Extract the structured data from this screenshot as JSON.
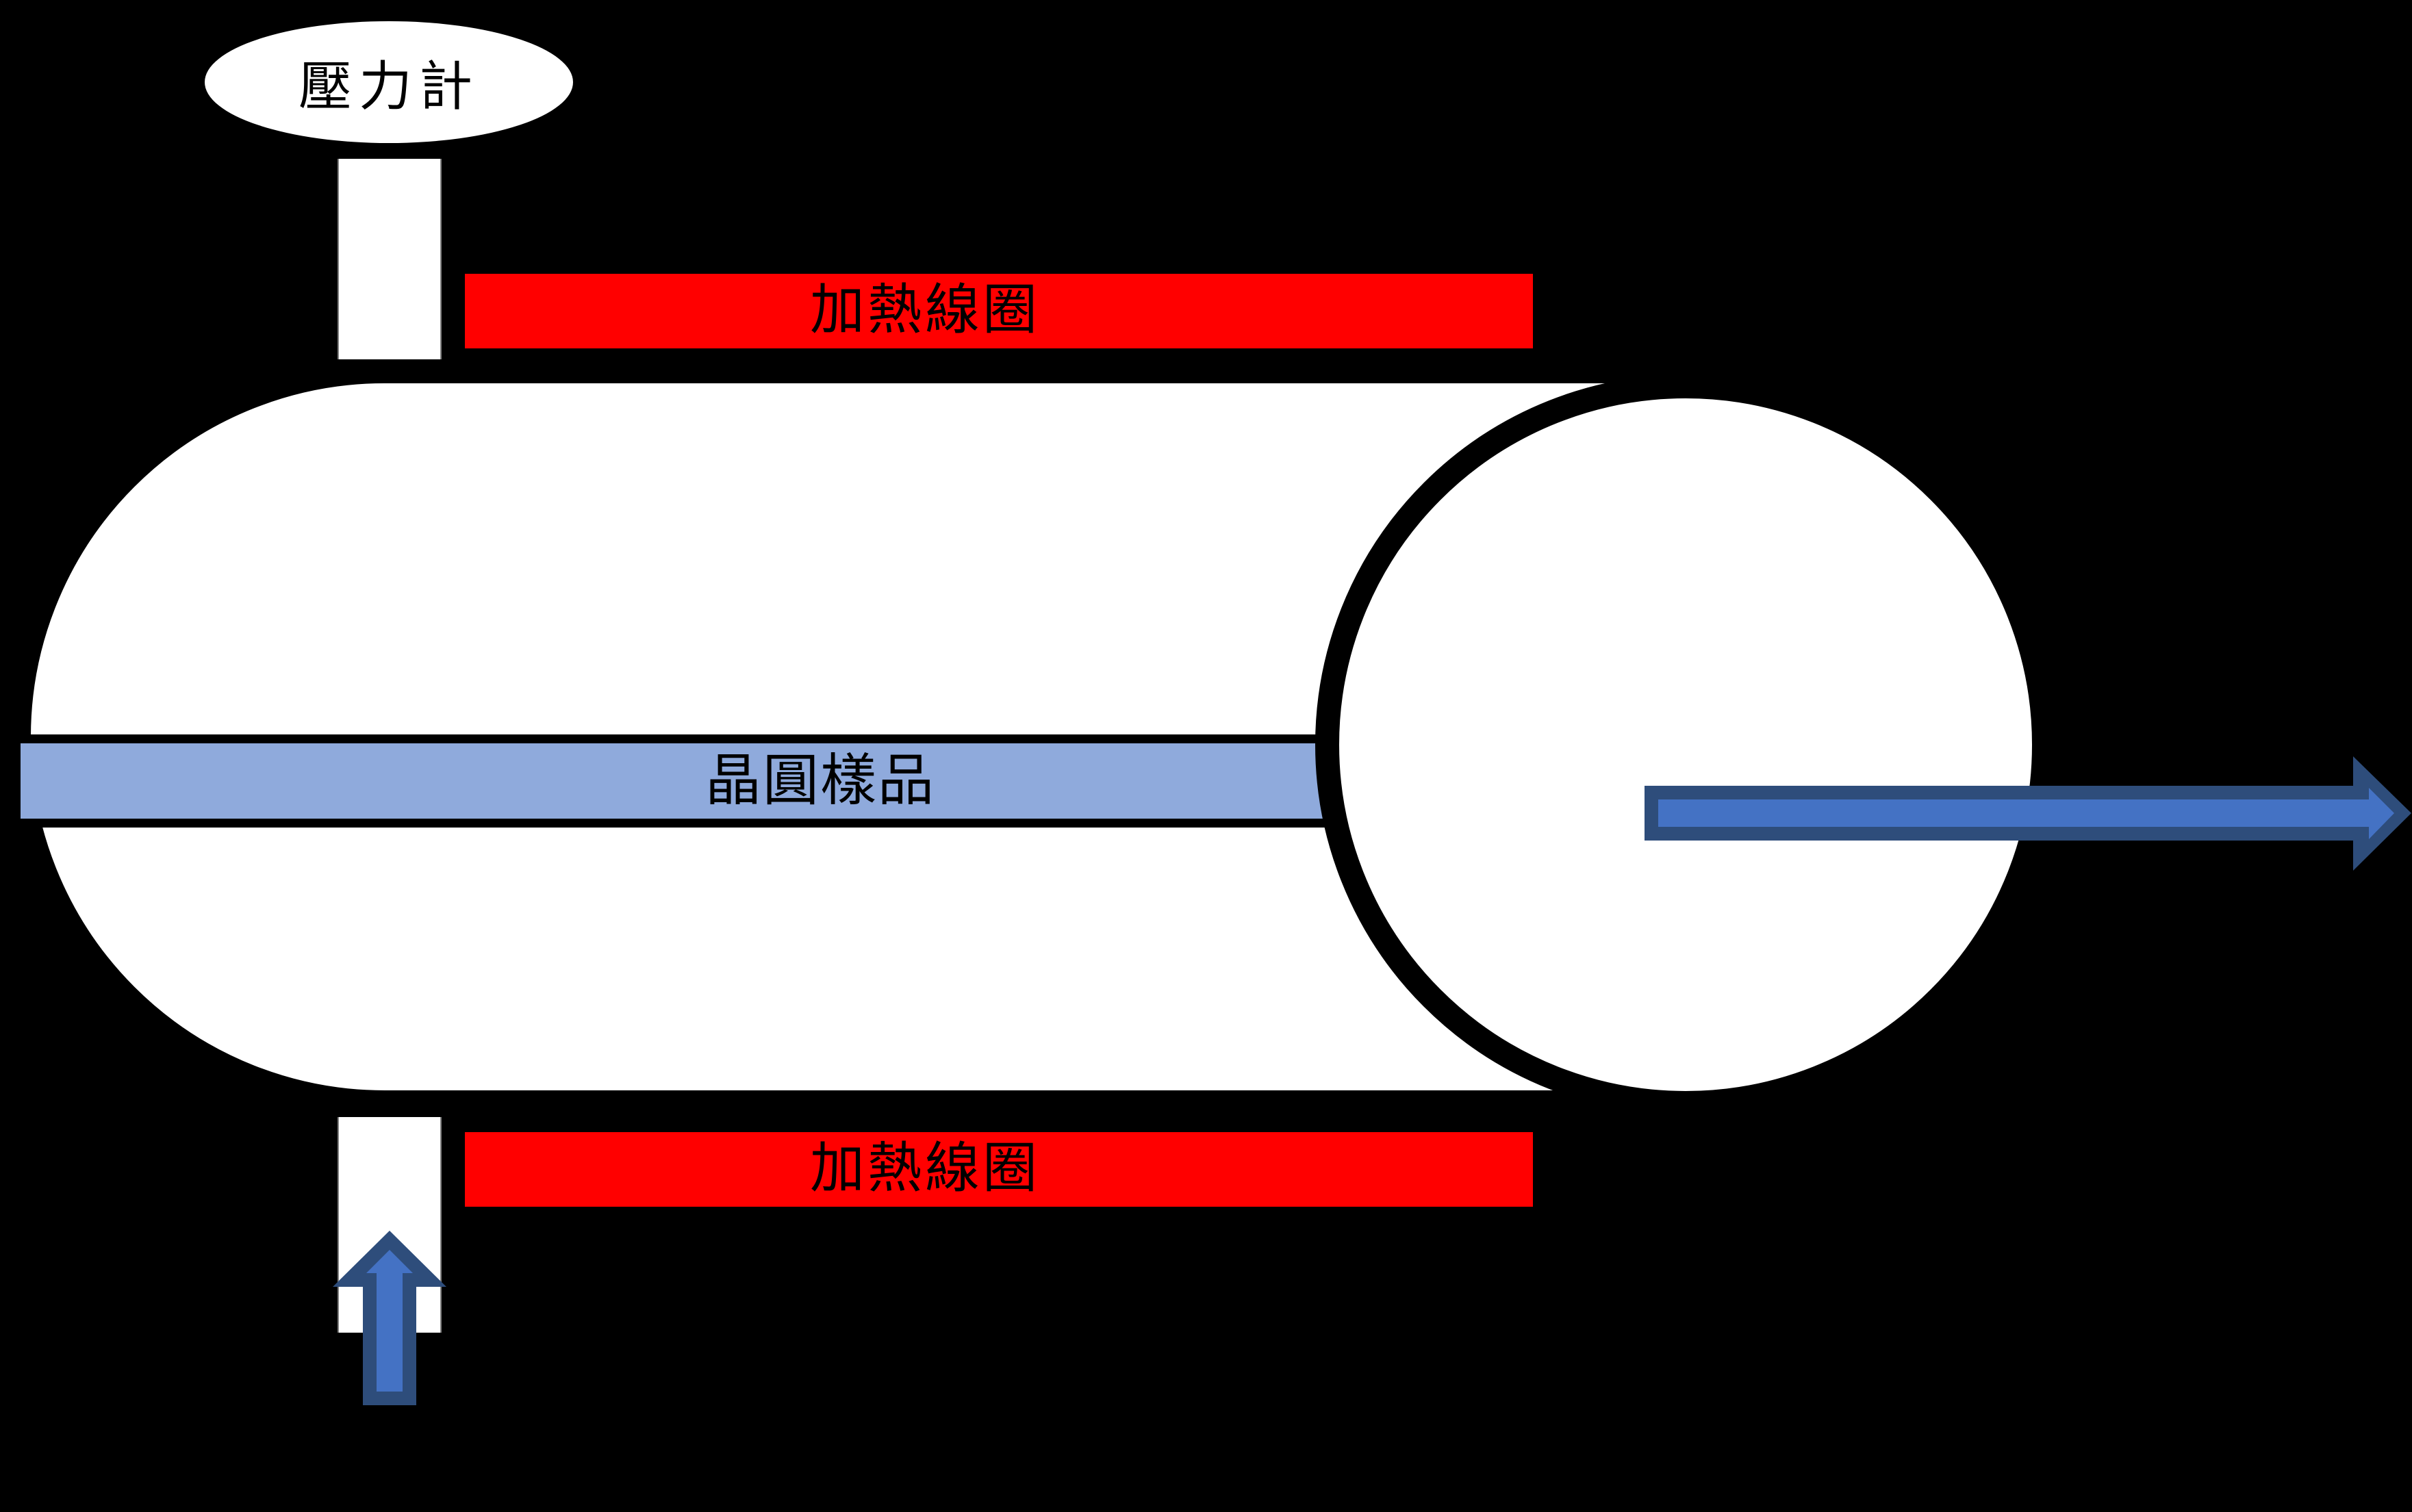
{
  "diagram": {
    "type": "furnace-schematic",
    "background_color": "#000000",
    "labels": {
      "pressure_gauge": "壓力計",
      "heating_coil_top": "加熱線圈",
      "heating_coil_bottom": "加熱線圈",
      "wafer_sample": "晶圓樣品"
    },
    "colors": {
      "heating_coil": "#ff0000",
      "wafer_sample": "#8faadc",
      "chamber_fill": "#ffffff",
      "outline": "#000000",
      "arrow_fill": "#4472c4",
      "arrow_stroke": "#2e4d7b",
      "pipe_edge": "#7f7f7f"
    },
    "icons": [
      "gas-inlet-arrow",
      "gas-outlet-arrow"
    ]
  }
}
